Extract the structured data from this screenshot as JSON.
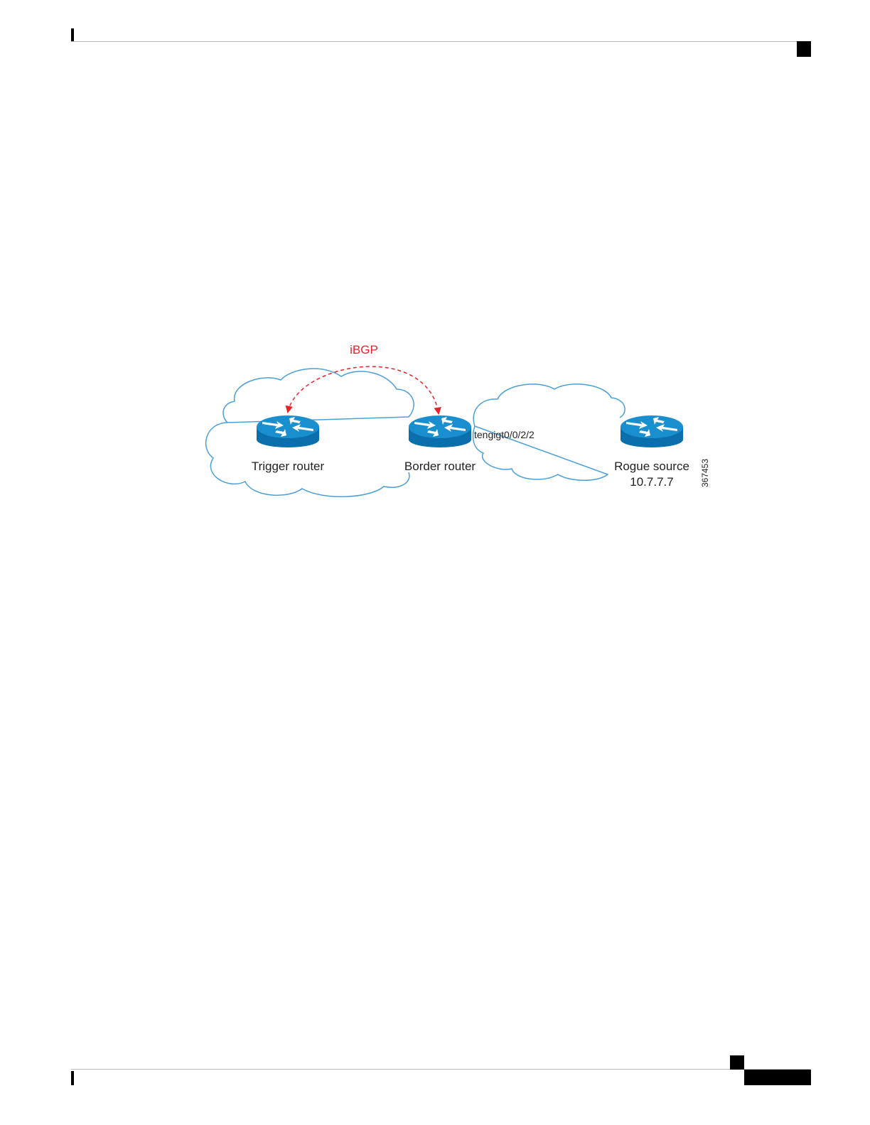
{
  "colors": {
    "cloud_stroke": "#4a9fd8",
    "router_top": "#1a8fd0",
    "router_body": "#0a6fab",
    "ibgp": "#e8222a",
    "text": "#222222"
  },
  "diagram": {
    "link_label": "iBGP",
    "interface_label": "tengigt0/0/2/2",
    "figure_id": "367453",
    "routers": [
      {
        "name": "Trigger router",
        "icon": "router-icon"
      },
      {
        "name": "Border router",
        "icon": "router-icon"
      },
      {
        "name": "Rogue source",
        "address": "10.7.7.7",
        "icon": "router-icon"
      }
    ]
  }
}
